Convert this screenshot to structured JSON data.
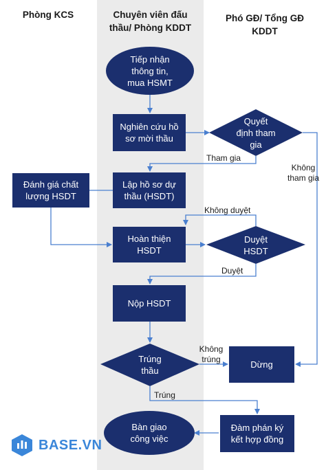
{
  "columns": {
    "kcs": "Phòng KCS",
    "specialist": "Chuyên viên đấu\nthầu/ Phòng KDDT",
    "director": "Phó GĐ/ Tổng GĐ\nKDDT"
  },
  "nodes": {
    "receive": "Tiếp nhận\nthông tin,\nmua HSMT",
    "research": "Nghiên cứu hồ\nsơ mời thầu",
    "decide": "Quyết\nđịnh tham\ngia",
    "prepare": "Lập hồ sơ dự\nthầu (HSDT)",
    "evaluate": "Đánh giá chất\nlượng HSDT",
    "finalize": "Hoàn thiện\nHSDT",
    "approve": "Duyệt\nHSDT",
    "submit": "Nộp HSDT",
    "won": "Trúng\nthầu",
    "stop": "Dừng",
    "negotiate": "Đàm phán ký\nkết hợp đồng",
    "handover": "Bàn giao\ncông việc"
  },
  "edges": {
    "participate": "Tham gia",
    "not_participate": "Không\ntham gia",
    "not_approved": "Không duyệt",
    "approved": "Duyệt",
    "not_won": "Không\ntrúng",
    "won": "Trúng"
  },
  "logo": {
    "text": "BASE.VN"
  },
  "colors": {
    "node": "#1b2f6e",
    "edge": "#4a7fcf",
    "lane": "#ebebeb",
    "logo": "#3a86d9"
  }
}
